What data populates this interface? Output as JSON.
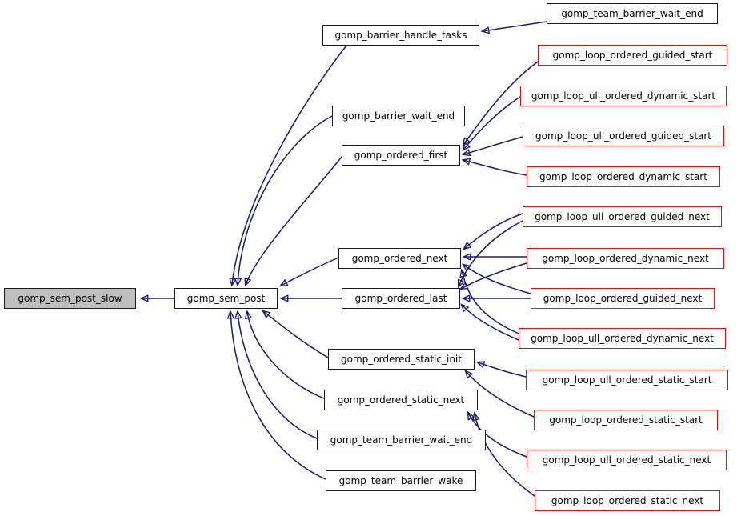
{
  "diagram": {
    "kind": "doxygen-caller-graph",
    "root_function": "gomp_sem_post_slow",
    "colors": {
      "background": "#ffffff",
      "edge": "#191970",
      "node_border": "#1a1a1a",
      "truncated_node_border": "#ff0000",
      "current_node_fill": "#bfbfbf",
      "node_fill": "#ffffff",
      "text": "#000000"
    }
  },
  "nodes": [
    {
      "id": "gomp_sem_post_slow",
      "label": "gomp_sem_post_slow",
      "variant": "current"
    },
    {
      "id": "gomp_sem_post",
      "label": "gomp_sem_post",
      "variant": "normal"
    },
    {
      "id": "gomp_barrier_handle_tasks",
      "label": "gomp_barrier_handle_tasks",
      "variant": "normal"
    },
    {
      "id": "gomp_team_barrier_wait_end#top",
      "label": "gomp_team_barrier_wait_end",
      "variant": "normal"
    },
    {
      "id": "gomp_barrier_wait_end",
      "label": "gomp_barrier_wait_end",
      "variant": "normal"
    },
    {
      "id": "gomp_ordered_first",
      "label": "gomp_ordered_first",
      "variant": "normal"
    },
    {
      "id": "gomp_loop_ordered_guided_start",
      "label": "gomp_loop_ordered_guided_start",
      "variant": "truncated"
    },
    {
      "id": "gomp_loop_ull_ordered_dynamic_start",
      "label": "gomp_loop_ull_ordered_dynamic_start",
      "variant": "truncated"
    },
    {
      "id": "gomp_loop_ull_ordered_guided_start",
      "label": "gomp_loop_ull_ordered_guided_start",
      "variant": "truncated"
    },
    {
      "id": "gomp_loop_ordered_dynamic_start",
      "label": "gomp_loop_ordered_dynamic_start",
      "variant": "truncated"
    },
    {
      "id": "gomp_ordered_next",
      "label": "gomp_ordered_next",
      "variant": "normal"
    },
    {
      "id": "gomp_ordered_last",
      "label": "gomp_ordered_last",
      "variant": "normal"
    },
    {
      "id": "gomp_loop_ull_ordered_guided_next",
      "label": "gomp_loop_ull_ordered_guided_next",
      "variant": "truncated"
    },
    {
      "id": "gomp_loop_ordered_dynamic_next",
      "label": "gomp_loop_ordered_dynamic_next",
      "variant": "truncated"
    },
    {
      "id": "gomp_loop_ordered_guided_next",
      "label": "gomp_loop_ordered_guided_next",
      "variant": "truncated"
    },
    {
      "id": "gomp_loop_ull_ordered_dynamic_next",
      "label": "gomp_loop_ull_ordered_dynamic_next",
      "variant": "truncated"
    },
    {
      "id": "gomp_ordered_static_init",
      "label": "gomp_ordered_static_init",
      "variant": "normal"
    },
    {
      "id": "gomp_loop_ull_ordered_static_start",
      "label": "gomp_loop_ull_ordered_static_start",
      "variant": "truncated"
    },
    {
      "id": "gomp_loop_ordered_static_start",
      "label": "gomp_loop_ordered_static_start",
      "variant": "truncated"
    },
    {
      "id": "gomp_ordered_static_next",
      "label": "gomp_ordered_static_next",
      "variant": "normal"
    },
    {
      "id": "gomp_loop_ull_ordered_static_next",
      "label": "gomp_loop_ull_ordered_static_next",
      "variant": "truncated"
    },
    {
      "id": "gomp_loop_ordered_static_next",
      "label": "gomp_loop_ordered_static_next",
      "variant": "truncated"
    },
    {
      "id": "gomp_team_barrier_wait_end#bottom",
      "label": "gomp_team_barrier_wait_end",
      "variant": "normal"
    },
    {
      "id": "gomp_team_barrier_wake",
      "label": "gomp_team_barrier_wake",
      "variant": "normal"
    }
  ],
  "edges": [
    {
      "from": "gomp_sem_post",
      "to": "gomp_sem_post_slow"
    },
    {
      "from": "gomp_barrier_handle_tasks",
      "to": "gomp_sem_post"
    },
    {
      "from": "gomp_team_barrier_wait_end#top",
      "to": "gomp_barrier_handle_tasks"
    },
    {
      "from": "gomp_barrier_wait_end",
      "to": "gomp_sem_post"
    },
    {
      "from": "gomp_ordered_first",
      "to": "gomp_sem_post"
    },
    {
      "from": "gomp_ordered_next",
      "to": "gomp_sem_post"
    },
    {
      "from": "gomp_ordered_last",
      "to": "gomp_sem_post"
    },
    {
      "from": "gomp_ordered_static_init",
      "to": "gomp_sem_post"
    },
    {
      "from": "gomp_ordered_static_next",
      "to": "gomp_sem_post"
    },
    {
      "from": "gomp_team_barrier_wait_end#bottom",
      "to": "gomp_sem_post"
    },
    {
      "from": "gomp_team_barrier_wake",
      "to": "gomp_sem_post"
    },
    {
      "from": "gomp_loop_ordered_guided_start",
      "to": "gomp_ordered_first"
    },
    {
      "from": "gomp_loop_ull_ordered_dynamic_start",
      "to": "gomp_ordered_first"
    },
    {
      "from": "gomp_loop_ull_ordered_guided_start",
      "to": "gomp_ordered_first"
    },
    {
      "from": "gomp_loop_ordered_dynamic_start",
      "to": "gomp_ordered_first"
    },
    {
      "from": "gomp_loop_ull_ordered_guided_next",
      "to": "gomp_ordered_next"
    },
    {
      "from": "gomp_loop_ull_ordered_guided_next",
      "to": "gomp_ordered_last"
    },
    {
      "from": "gomp_loop_ordered_dynamic_next",
      "to": "gomp_ordered_next"
    },
    {
      "from": "gomp_loop_ordered_dynamic_next",
      "to": "gomp_ordered_last"
    },
    {
      "from": "gomp_loop_ordered_guided_next",
      "to": "gomp_ordered_next"
    },
    {
      "from": "gomp_loop_ordered_guided_next",
      "to": "gomp_ordered_last"
    },
    {
      "from": "gomp_loop_ull_ordered_dynamic_next",
      "to": "gomp_ordered_next"
    },
    {
      "from": "gomp_loop_ull_ordered_dynamic_next",
      "to": "gomp_ordered_last"
    },
    {
      "from": "gomp_loop_ull_ordered_static_start",
      "to": "gomp_ordered_static_init"
    },
    {
      "from": "gomp_loop_ordered_static_start",
      "to": "gomp_ordered_static_init"
    },
    {
      "from": "gomp_loop_ull_ordered_static_next",
      "to": "gomp_ordered_static_next"
    },
    {
      "from": "gomp_loop_ordered_static_next",
      "to": "gomp_ordered_static_next"
    }
  ]
}
